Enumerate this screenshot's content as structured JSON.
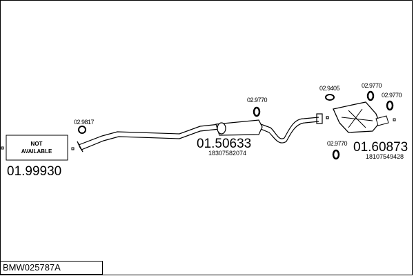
{
  "diagram_code": "BMW025787A",
  "parts": [
    {
      "id": "front-pipe",
      "number": "01.99930",
      "note": "NOT AVAILABLE",
      "accessory": "02.9817"
    },
    {
      "id": "middle-silencer",
      "number": "01.50633",
      "oem": "18307582074",
      "accessory": "02.9770"
    },
    {
      "id": "rear-silencer",
      "number": "01.60873",
      "oem": "18107549428",
      "accessories": [
        "02.9405",
        "02.9770",
        "02.9770",
        "02.9770"
      ]
    }
  ],
  "not_available_line1": "NOT",
  "not_available_line2": "AVAILABLE"
}
